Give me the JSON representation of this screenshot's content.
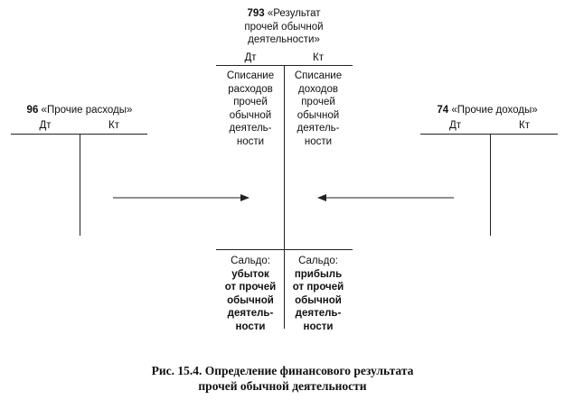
{
  "accounts": {
    "center": {
      "number": "793",
      "title_line1": "«Результат",
      "title_line2": "прочей обычной",
      "title_line3": "деятельности»",
      "debit": "Дт",
      "credit": "Кт",
      "debit_body": [
        "Списание",
        "расходов",
        "прочей",
        "обычной",
        "деятель-",
        "ности"
      ],
      "credit_body": [
        "Списание",
        "доходов",
        "прочей",
        "обычной",
        "деятель-",
        "ности"
      ],
      "balance_label": "Сальдо:",
      "debit_balance_bold": [
        "убыток",
        "от прочей",
        "обычной",
        "деятель-",
        "ности"
      ],
      "credit_balance_bold": [
        "прибыль",
        "от прочей",
        "обычной",
        "деятель-",
        "ности"
      ]
    },
    "left": {
      "number": "96",
      "title": "«Прочие расходы»",
      "debit": "Дт",
      "credit": "Кт"
    },
    "right": {
      "number": "74",
      "title": "«Прочие доходы»",
      "debit": "Дт",
      "credit": "Кт"
    }
  },
  "caption": {
    "line1": "Рис. 15.4. Определение финансового результата",
    "line2": "прочей обычной деятельности"
  }
}
